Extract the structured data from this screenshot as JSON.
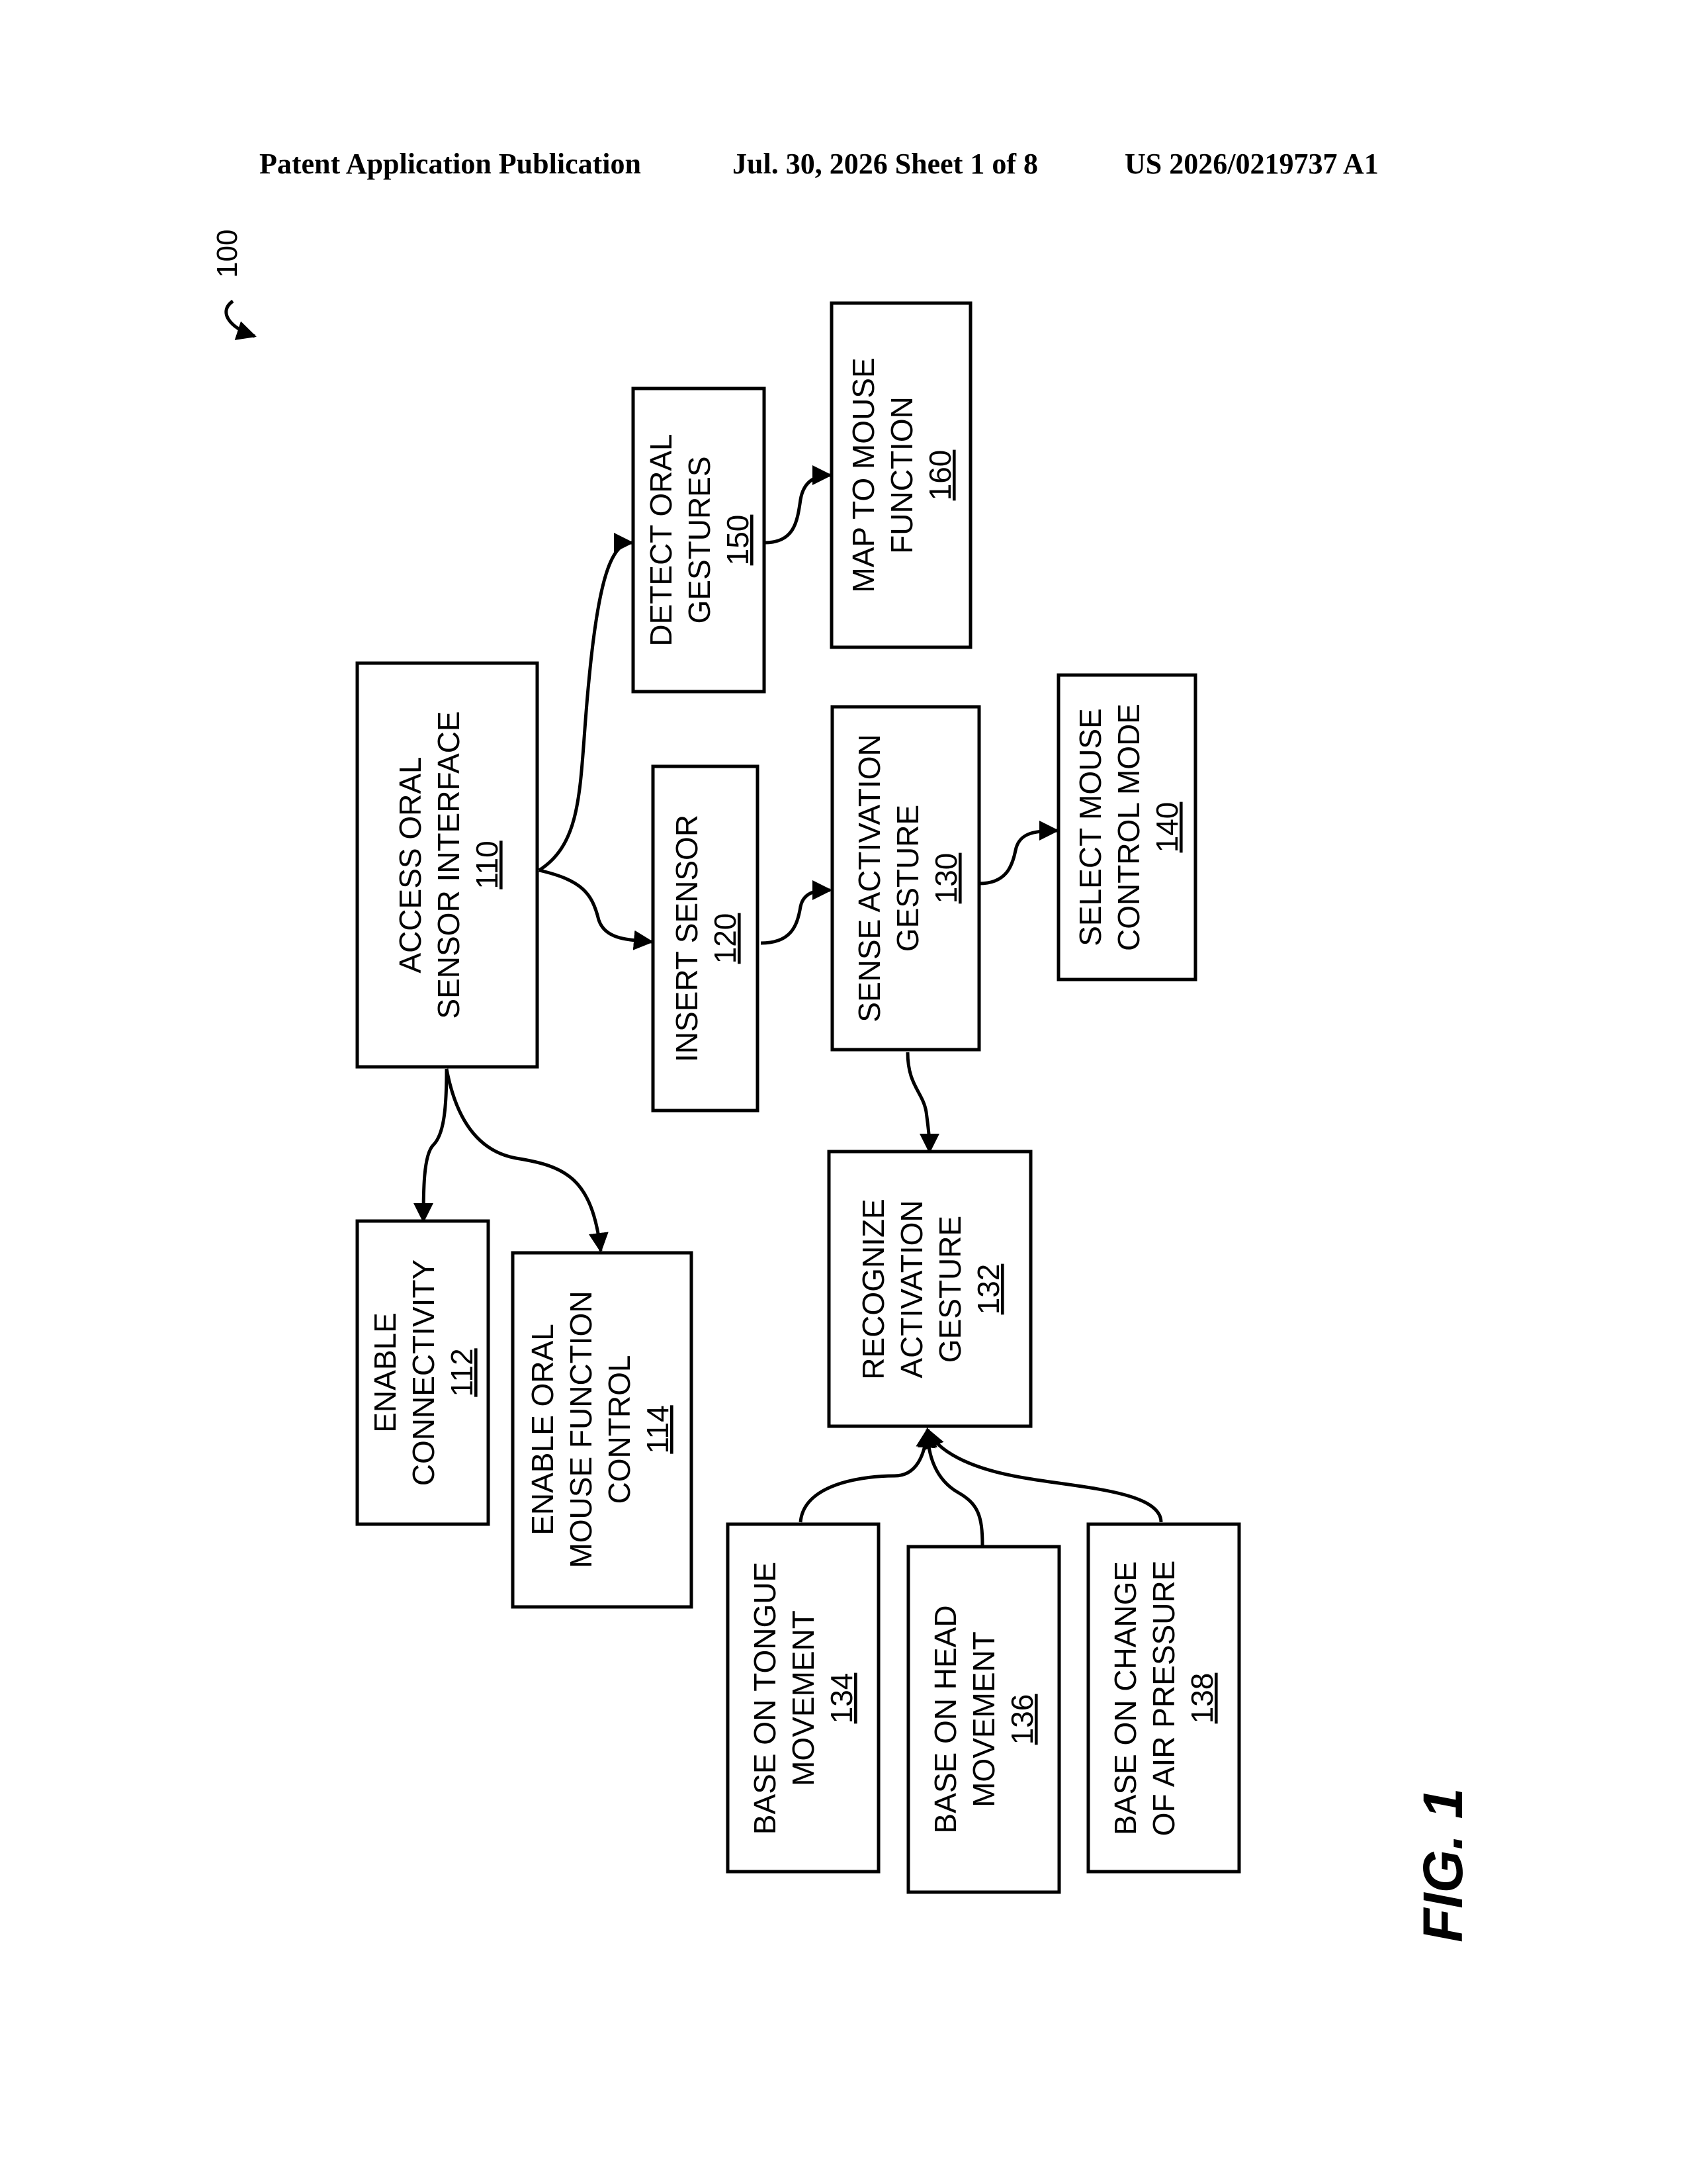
{
  "header": {
    "publication": "Patent Application Publication",
    "date_sheet": "Jul. 30, 2026  Sheet 1 of 8",
    "pub_number": "US 2026/0219737 A1"
  },
  "figure": {
    "label": "FIG. 1",
    "reference": "100"
  },
  "boxes": {
    "b110": {
      "lines": [
        "ACCESS ORAL",
        "SENSOR INTERFACE"
      ],
      "num": "110"
    },
    "b112": {
      "lines": [
        "ENABLE",
        "CONNECTIVITY"
      ],
      "num": "112"
    },
    "b114": {
      "lines": [
        "ENABLE ORAL",
        "MOUSE FUNCTION",
        "CONTROL"
      ],
      "num": "114"
    },
    "b120": {
      "lines": [
        "INSERT SENSOR"
      ],
      "num": "120"
    },
    "b130": {
      "lines": [
        "SENSE ACTIVATION",
        "GESTURE"
      ],
      "num": "130"
    },
    "b132": {
      "lines": [
        "RECOGNIZE",
        "ACTIVATION",
        "GESTURE"
      ],
      "num": "132"
    },
    "b134": {
      "lines": [
        "BASE ON TONGUE",
        "MOVEMENT"
      ],
      "num": "134"
    },
    "b136": {
      "lines": [
        "BASE ON HEAD",
        "MOVEMENT"
      ],
      "num": "136"
    },
    "b138": {
      "lines": [
        "BASE ON CHANGE",
        "OF AIR PRESSURE"
      ],
      "num": "138"
    },
    "b140": {
      "lines": [
        "SELECT MOUSE",
        "CONTROL MODE"
      ],
      "num": "140"
    },
    "b150": {
      "lines": [
        "DETECT ORAL",
        "GESTURES"
      ],
      "num": "150"
    },
    "b160": {
      "lines": [
        "MAP TO MOUSE",
        "FUNCTION"
      ],
      "num": "160"
    }
  },
  "colors": {
    "ink": "#000000",
    "paper": "#ffffff"
  }
}
